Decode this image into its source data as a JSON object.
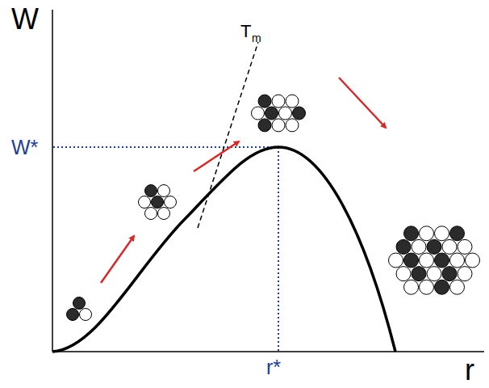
{
  "diagram": {
    "labels": [
      "W",
      "T",
      "m",
      "W*",
      "r*",
      "r"
    ]
  }
}
